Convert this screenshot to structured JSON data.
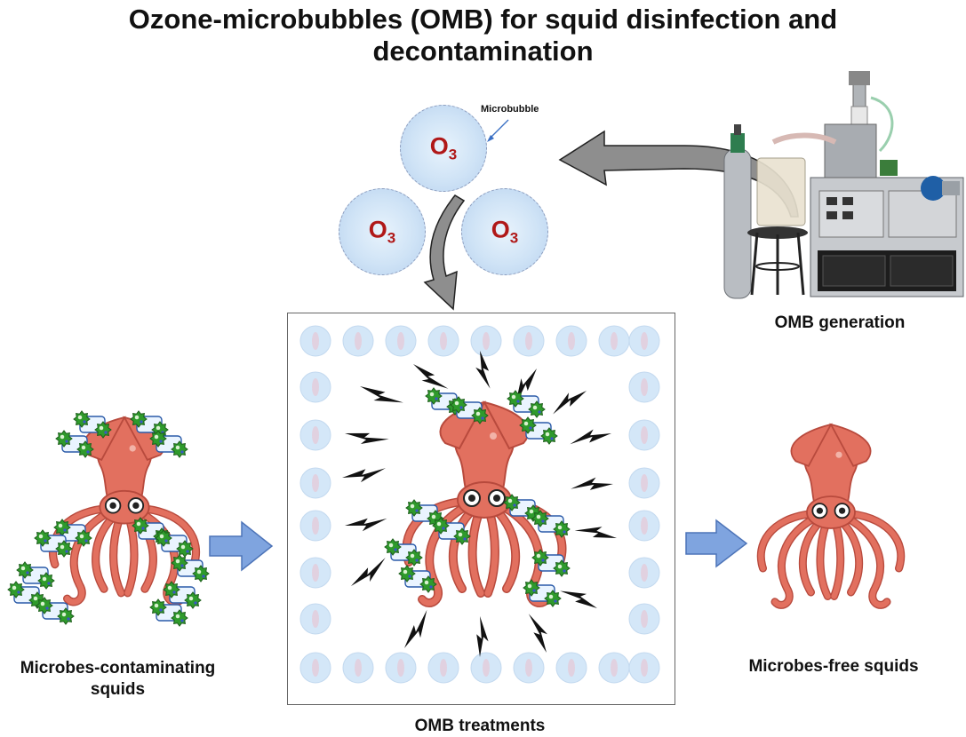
{
  "title": {
    "line1": "Ozone-microbubbles (OMB) for squid disinfection and",
    "line2": "decontamination"
  },
  "microbubble": {
    "label": "Microbubble",
    "o3_main": "O",
    "o3_sub": "3"
  },
  "labels": {
    "generation": "OMB generation",
    "treatments": "OMB treatments",
    "contaminated_line1": "Microbes-contaminating",
    "contaminated_line2": "squids",
    "clean": "Microbes-free squids"
  },
  "colors": {
    "squid": "#e2705f",
    "squid_dark": "#b84a3d",
    "microbe": "#2f9a2c",
    "arrow_blue": "#7fa4df",
    "bubble": "#cfe3f6",
    "o3_text": "#b01818",
    "bolt": "#111111"
  }
}
